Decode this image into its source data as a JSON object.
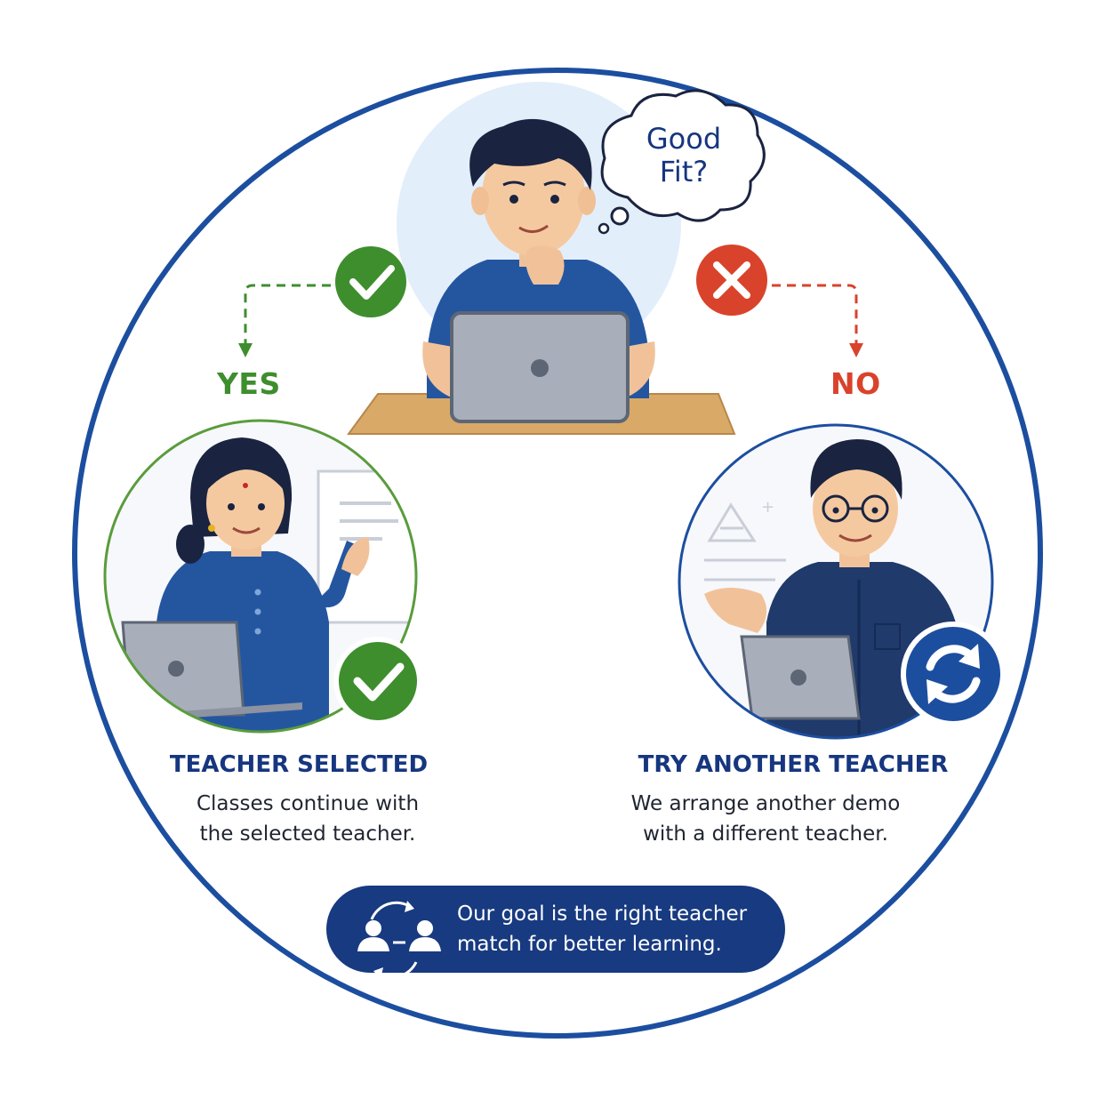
{
  "thought": {
    "line1": "Good",
    "line2": "Fit?"
  },
  "branches": {
    "yes": {
      "label": "YES",
      "color": "#3e8e2e"
    },
    "no": {
      "label": "NO",
      "color": "#d9432b"
    }
  },
  "left_outcome": {
    "heading": "TEACHER SELECTED",
    "line1": "Classes continue with",
    "line2": "the selected teacher.",
    "badge_icon": "checkmark-icon"
  },
  "right_outcome": {
    "heading": "TRY ANOTHER TEACHER",
    "line1": "We arrange another demo",
    "line2": "with a different teacher.",
    "badge_icon": "refresh-icon"
  },
  "banner": {
    "line1": "Our goal is the right teacher",
    "line2": "match for better learning.",
    "icon": "teacher-match-icon"
  },
  "colors": {
    "navy": "#16367f",
    "ring": "#1c4ea0",
    "green": "#3e8e2e",
    "red": "#d9432b",
    "banner": "#173a80"
  }
}
